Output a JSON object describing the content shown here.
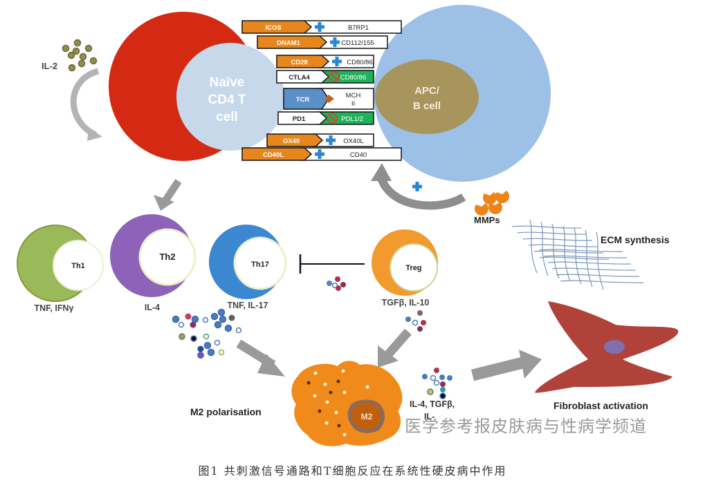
{
  "cells": {
    "naive": {
      "label_lines": [
        "Naïve",
        "CD4 T",
        "cell"
      ],
      "outer_color": "#d42a14",
      "inner_color": "#c6d8ea"
    },
    "apc": {
      "label_lines": [
        "APC/",
        "B cell"
      ],
      "outer_color": "#9dc0e6",
      "inner_color": "#a8955e"
    },
    "th1": {
      "label": "Th1",
      "cytokines": "TNF, IFNγ",
      "color": "#9aba5a"
    },
    "th2": {
      "label": "Th2",
      "cytokines": "IL-4",
      "color": "#8e62b8"
    },
    "th17": {
      "label": "Th17",
      "cytokines": "TNF, IL-17",
      "color": "#3b88d0"
    },
    "treg": {
      "label": "Treg",
      "cytokines": "TGFβ, IL-10",
      "color": "#f29a2e"
    },
    "m2": {
      "label": "M2",
      "title": "M2 polarisation",
      "color": "#f08a1a"
    },
    "fibroblast": {
      "label": "Fibroblast activation",
      "color": "#b0423a"
    }
  },
  "receptors": [
    {
      "tcell": "ICOS",
      "signal": "plus",
      "apc": "B7RP1",
      "tcell_color": "#e8861e",
      "apc_color": "#ffffff"
    },
    {
      "tcell": "DNAM1",
      "signal": "plus",
      "apc": "CD112/155",
      "tcell_color": "#e8861e",
      "apc_color": "#ffffff"
    },
    {
      "tcell": "CD28",
      "signal": "plus",
      "apc": "CD80/86",
      "tcell_color": "#e8861e",
      "apc_color": "#ffffff"
    },
    {
      "tcell": "CTLA4",
      "signal": "inhibit",
      "apc": "CD80/86",
      "tcell_color": "#ffffff",
      "apc_color": "#1fb25a"
    },
    {
      "tcell": "TCR",
      "signal": "contact",
      "apc": "MCH II",
      "tcell_color": "#5b8fca",
      "apc_color": "#ffffff"
    },
    {
      "tcell": "PD1",
      "signal": "inhibit",
      "apc": "PDL1/2",
      "tcell_color": "#ffffff",
      "apc_color": "#1fb25a"
    },
    {
      "tcell": "OX40",
      "signal": "plus",
      "apc": "OX40L",
      "tcell_color": "#e8861e",
      "apc_color": "#ffffff"
    },
    {
      "tcell": "CD40L",
      "signal": "plus",
      "apc": "CD40",
      "tcell_color": "#e8861e",
      "apc_color": "#ffffff"
    }
  ],
  "labels": {
    "il2": "IL-2",
    "mmps": "MMPs",
    "ecm": "ECM synthesis",
    "m2_cytokines_line1": "IL-4, TGFβ,",
    "m2_cytokines_line2": "IL-",
    "plus_sign": "+"
  },
  "watermark": "医学参考报皮肤病与性病学频道",
  "caption": "图1  共刺激信号通路和T细胞反应在系统性硬皮病中作用",
  "colors": {
    "arrow_gray": "#9a9a9a",
    "plus_blue": "#2a86d0",
    "inhibit_red": "#d24a2a",
    "ecm_blue": "#7a96bb"
  }
}
